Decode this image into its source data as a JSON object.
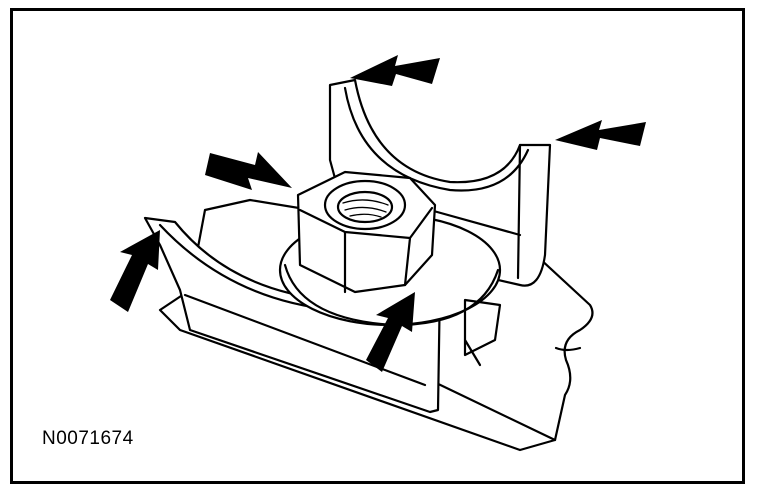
{
  "figure": {
    "id_label": "N0071674"
  },
  "colors": {
    "line": "#000000",
    "background": "#ffffff"
  },
  "icons": [
    "arrow-pointing-top-left-tab",
    "arrow-pointing-top-right-tab",
    "arrow-pointing-nut",
    "arrow-pointing-left-tab",
    "arrow-pointing-front-right-tab"
  ]
}
